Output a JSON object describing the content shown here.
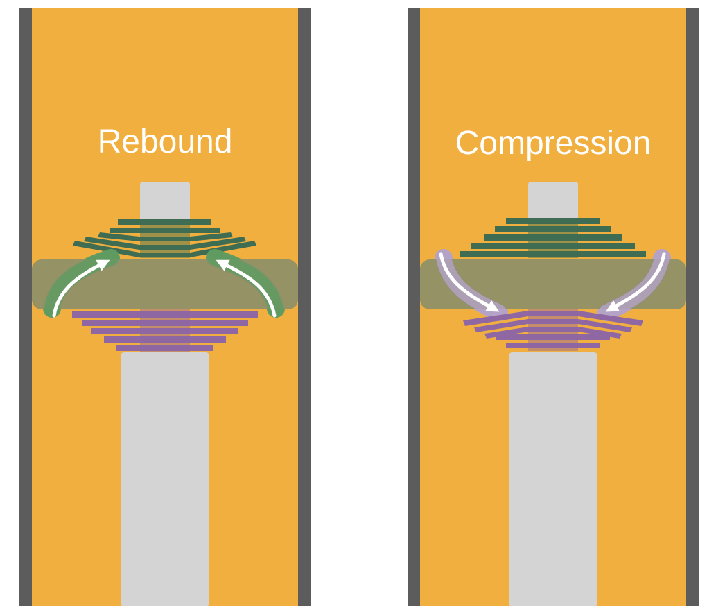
{
  "panels": [
    {
      "title": "Rebound",
      "flow": "rebound"
    },
    {
      "title": "Compression",
      "flow": "compression"
    }
  ],
  "colors": {
    "background": "#ffffff",
    "cylinder_oil": "#f1af3f",
    "cylinder_wall": "#5c5c5c",
    "rod": "#d4d4d4",
    "piston": "#8f9068",
    "rebound_stack": "#3f6d54",
    "compression_stack": "#8f67a2",
    "rebound_flow": "#5f9b62",
    "compression_flow": "#b4a3c6",
    "arrow": "#ffffff"
  }
}
